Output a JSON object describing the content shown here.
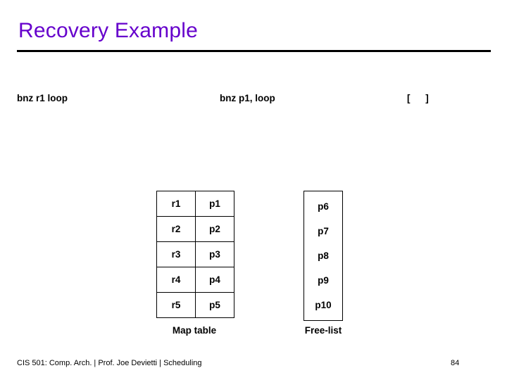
{
  "slide": {
    "title": "Recovery Example",
    "title_color": "#6600cc",
    "rule_color": "#000000"
  },
  "instructions": {
    "arch_insn": "bnz r1 loop",
    "phys_insn": "bnz p1, loop",
    "checkpoint_bracket": "[   ]"
  },
  "map_table": {
    "caption": "Map table",
    "rows": [
      {
        "arch": "r1",
        "phys": "p1"
      },
      {
        "arch": "r2",
        "phys": "p2"
      },
      {
        "arch": "r3",
        "phys": "p3"
      },
      {
        "arch": "r4",
        "phys": "p4"
      },
      {
        "arch": "r5",
        "phys": "p5"
      }
    ]
  },
  "free_list": {
    "caption": "Free-list",
    "items": [
      "p6",
      "p7",
      "p8",
      "p9",
      "p10"
    ]
  },
  "footer": {
    "text": "CIS 501: Comp. Arch.  |  Prof. Joe Devietti  |  Scheduling",
    "page_number": "84"
  }
}
